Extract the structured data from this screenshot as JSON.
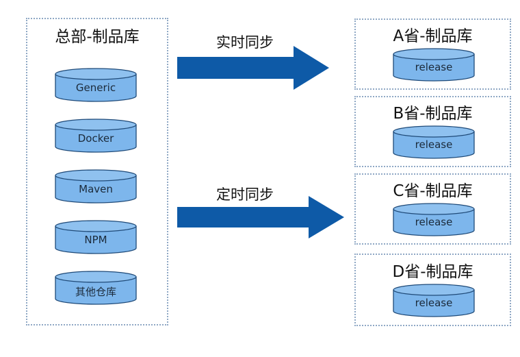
{
  "headquarters": {
    "title": "总部-制品库",
    "repositories": [
      {
        "label": "Generic"
      },
      {
        "label": "Docker"
      },
      {
        "label": "Maven"
      },
      {
        "label": "NPM"
      },
      {
        "label": "其他仓库"
      }
    ]
  },
  "sync": {
    "realtime_label": "实时同步",
    "scheduled_label": "定时同步"
  },
  "provinces": [
    {
      "title": "A省-制品库",
      "repo_label": "release"
    },
    {
      "title": "B省-制品库",
      "repo_label": "release"
    },
    {
      "title": "C省-制品库",
      "repo_label": "release"
    },
    {
      "title": "D省-制品库",
      "repo_label": "release"
    }
  ],
  "colors": {
    "cylinder_fill": "#7db6ec",
    "cylinder_stroke": "#1f4a78",
    "arrow_fill": "#0e5aa7",
    "panel_border": "#8ea7c4"
  }
}
